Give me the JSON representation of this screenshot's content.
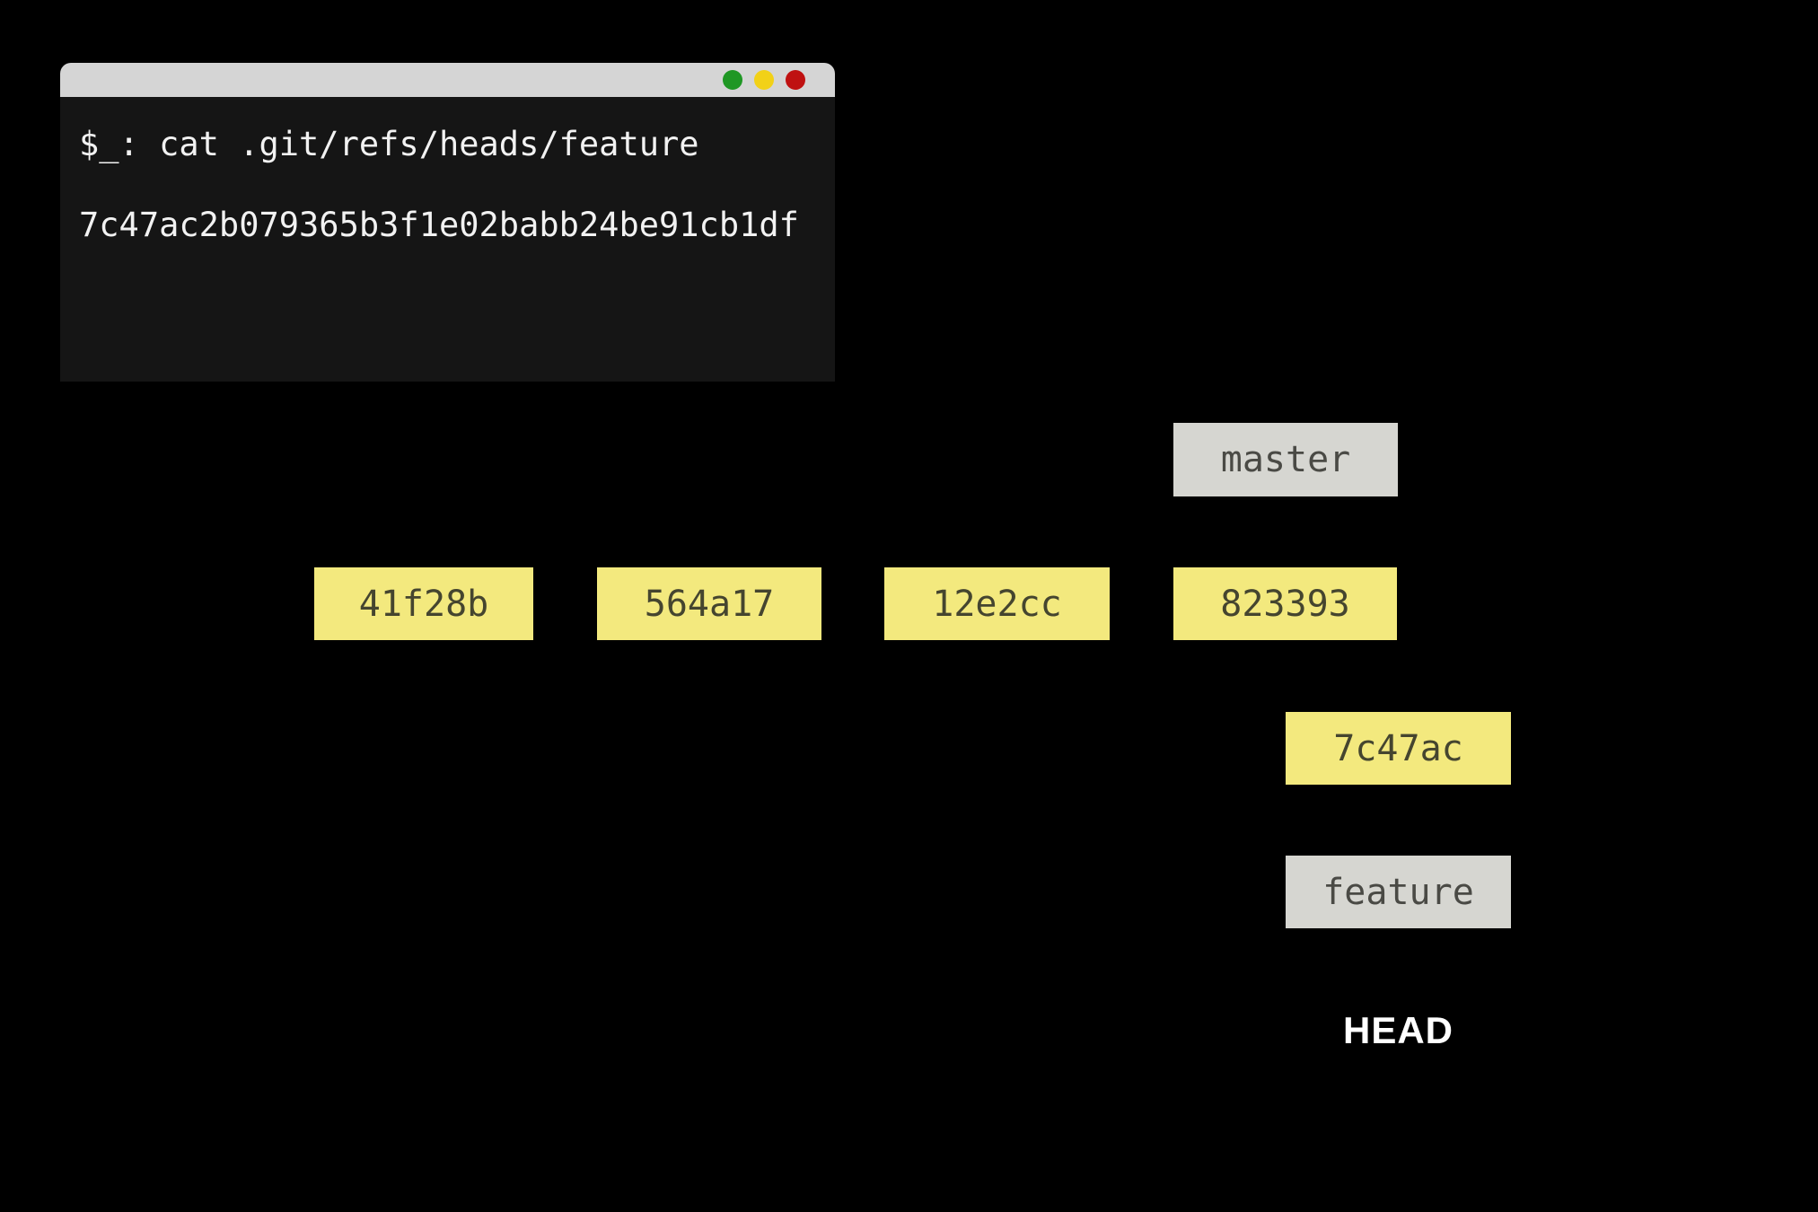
{
  "terminal": {
    "window_buttons": [
      "green",
      "yellow",
      "red"
    ],
    "lines": {
      "prompt": "$_: cat .git/refs/heads/feature",
      "output": "7c47ac2b079365b3f1e02babb24be91cb1df"
    }
  },
  "graph": {
    "commits": [
      "41f28b",
      "564a17",
      "12e2cc",
      "823393",
      "7c47ac"
    ],
    "refs": {
      "master": "master",
      "feature": "feature"
    },
    "head_label": "HEAD"
  },
  "colors": {
    "background": "#000000",
    "terminal_body": "#151515",
    "terminal_titlebar": "#d5d5d5",
    "terminal_text": "#f2f2f2",
    "commit_box": "#f3e97e",
    "commit_text": "#45452f",
    "ref_box": "#d6d6d1",
    "ref_text": "#4a4a45",
    "head_text": "#ffffff",
    "traffic_green": "#1f9724",
    "traffic_yellow": "#f2d117",
    "traffic_red": "#bf1111"
  }
}
